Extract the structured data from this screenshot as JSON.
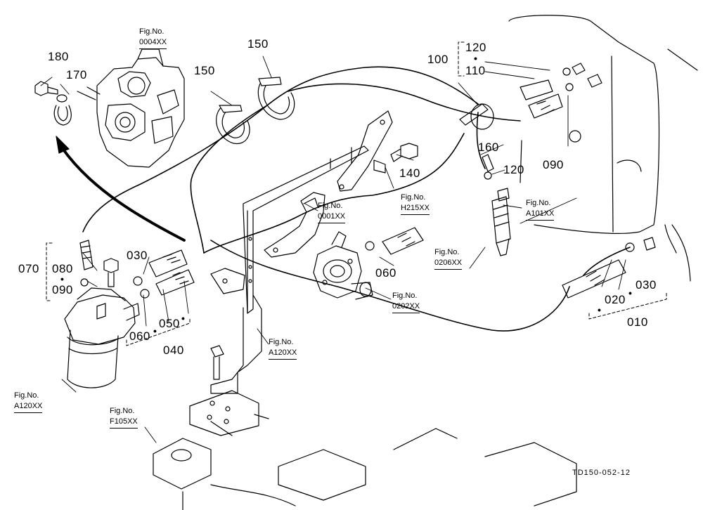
{
  "callouts": {
    "c180": "180",
    "c170": "170",
    "c150a": "150",
    "c150b": "150",
    "c100": "100",
    "c120a": "120",
    "c110": "110",
    "c160": "160",
    "c090a": "090",
    "c120b": "120",
    "c140": "140",
    "c070": "070",
    "c080": "080",
    "c090b": "090",
    "c030a": "030",
    "c060a": "060",
    "c050": "050",
    "c040": "040",
    "c060b": "060",
    "c020": "020",
    "c030b": "030",
    "c010": "010"
  },
  "fig_refs": {
    "r0004": {
      "label": "Fig.No.",
      "ref": "0004XX"
    },
    "r0001": {
      "label": "Fig.No.",
      "ref": "0001XX"
    },
    "rH215": {
      "label": "Fig.No.",
      "ref": "H215XX"
    },
    "rA101": {
      "label": "Fig.No.",
      "ref": "A101XX"
    },
    "r0206": {
      "label": "Fig.No.",
      "ref": "0206XX"
    },
    "r0202": {
      "label": "Fig.No.",
      "ref": "0202XX"
    },
    "rA120a": {
      "label": "Fig.No.",
      "ref": "A120XX"
    },
    "rA120b": {
      "label": "Fig.No.",
      "ref": "A120XX"
    },
    "rF105": {
      "label": "Fig.No.",
      "ref": "F105XX"
    }
  },
  "drawing_code": "TD150-052-12"
}
